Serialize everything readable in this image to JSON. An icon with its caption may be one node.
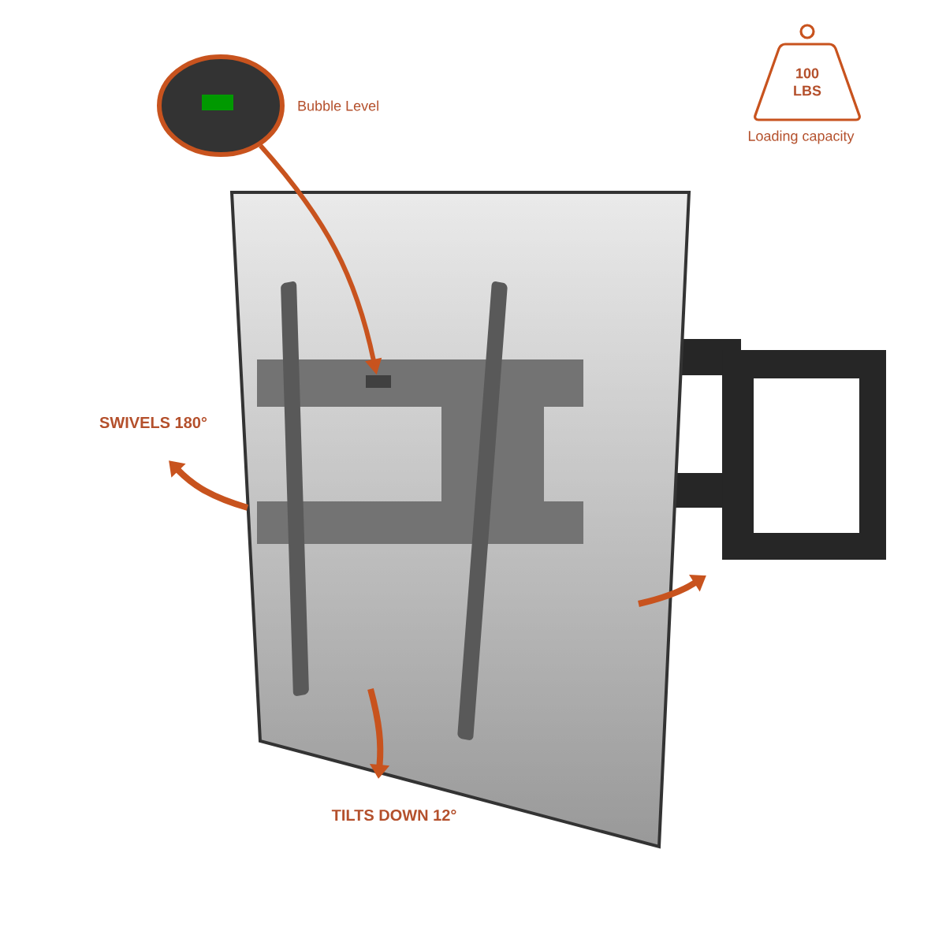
{
  "diagram": {
    "nodes": [
      {
        "text": [
          "Bubble Level"
        ]
      },
      {
        "text": [],
        "shape": "box"
      }
    ],
    "edges": [
      {
        "from": 0,
        "to": 1,
        "arrow": "to"
      }
    ],
    "labels": [
      "100 LBS",
      "Loading capacity",
      "SWIVELS 180°",
      "TILTS DOWN 12°"
    ]
  }
}
